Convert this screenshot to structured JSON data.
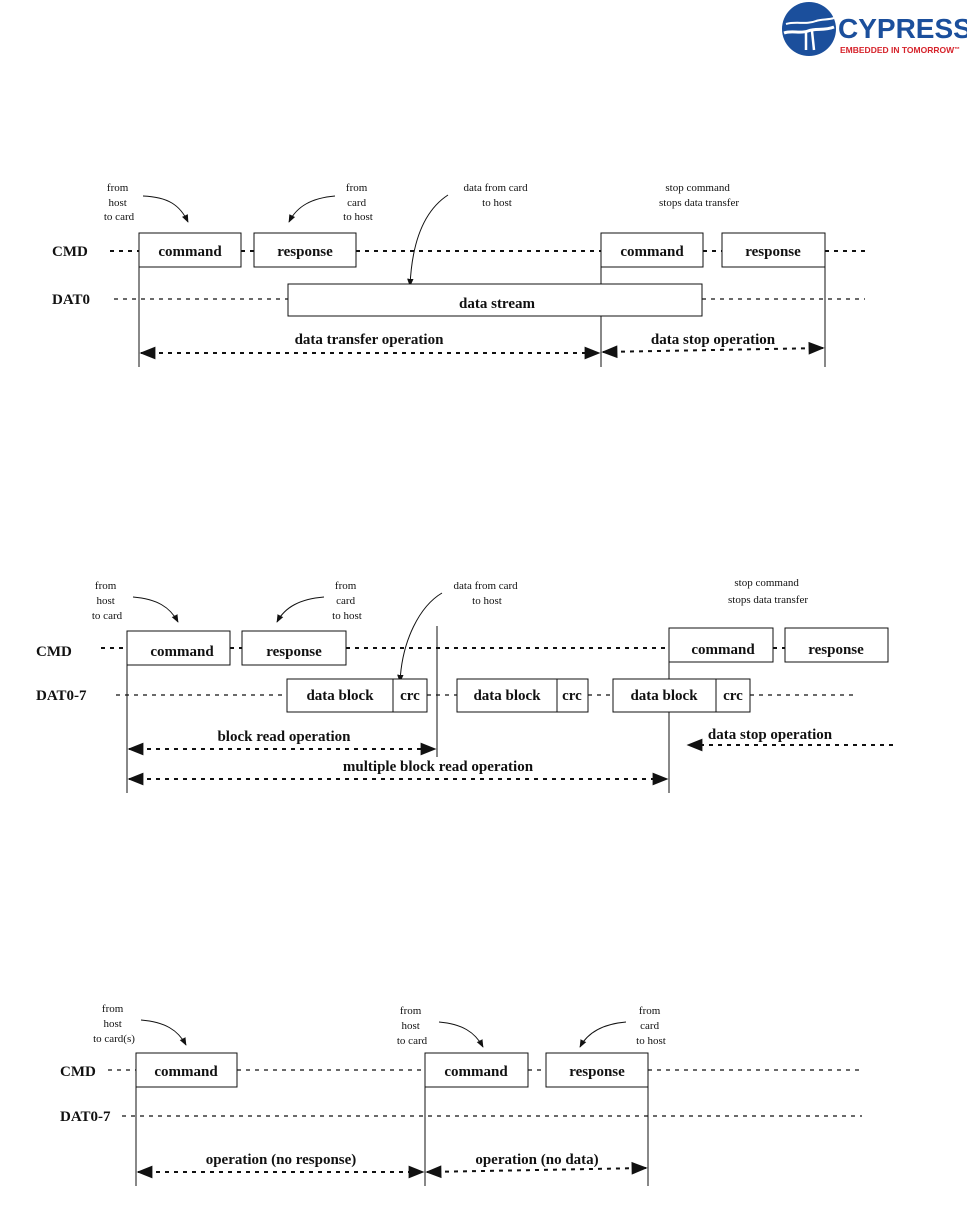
{
  "logo": {
    "wordmark": "CYPRESS",
    "tagline": "EMBEDDED IN TOMORROW",
    "trademark": "™",
    "brand_color": "#1b4f9c",
    "tagline_color": "#d6232b"
  },
  "diagrams": [
    {
      "lines": {
        "cmd": "CMD",
        "dat": "DAT0"
      },
      "notes": {
        "host_to_card": [
          "from",
          "host",
          "to card"
        ],
        "card_to_host": [
          "from",
          "card",
          "to host"
        ],
        "data_from_card": [
          "data from card",
          "to host"
        ],
        "stop_command": [
          "stop command",
          "stops data transfer"
        ]
      },
      "boxes": {
        "command": "command",
        "response": "response",
        "stream": "data stream",
        "command2": "command",
        "response2": "response"
      },
      "operations": {
        "transfer": "data transfer operation",
        "stop": "data stop operation"
      }
    },
    {
      "lines": {
        "cmd": "CMD",
        "dat": "DAT0-7"
      },
      "notes": {
        "host_to_card": [
          "from",
          "host",
          "to card"
        ],
        "card_to_host": [
          "from",
          "card",
          "to host"
        ],
        "data_from_card": [
          "data from card",
          "to host"
        ],
        "stop_command": [
          "stop command",
          "stops data transfer"
        ]
      },
      "boxes": {
        "command": "command",
        "response": "response",
        "block1": "data block",
        "crc1": "crc",
        "block2": "data block",
        "crc2": "crc",
        "block3": "data block",
        "crc3": "crc",
        "command2": "command",
        "response2": "response"
      },
      "operations": {
        "block_read": "block read operation",
        "multi_read": "multiple block read operation",
        "stop": "data stop operation"
      }
    },
    {
      "lines": {
        "cmd": "CMD",
        "dat": "DAT0-7"
      },
      "notes": {
        "host_to_cards": [
          "from",
          "host",
          "to card(s)"
        ],
        "host_to_card": [
          "from",
          "host",
          "to card"
        ],
        "card_to_host": [
          "from",
          "card",
          "to host"
        ]
      },
      "boxes": {
        "command": "command",
        "command2": "command",
        "response": "response"
      },
      "operations": {
        "no_response": "operation (no response)",
        "no_data": "operation (no data)"
      }
    }
  ]
}
